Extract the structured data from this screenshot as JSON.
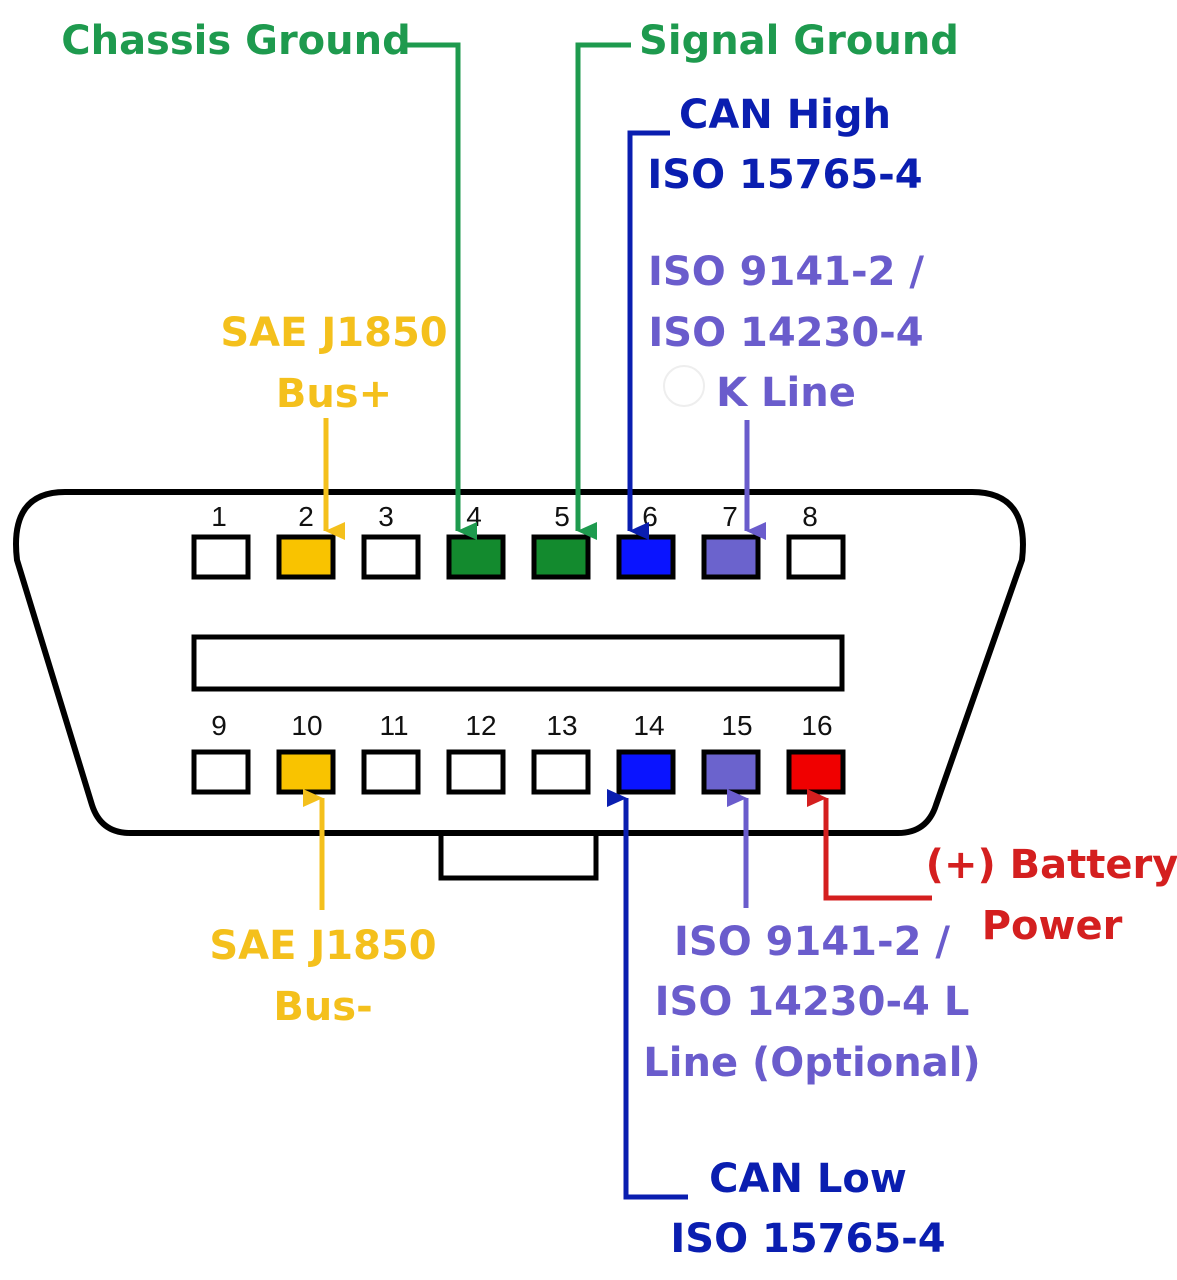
{
  "colors": {
    "green": "#1e9a4e",
    "green_fill": "#138a2e",
    "yellow": "#f4c01c",
    "yellow_fill": "#f9c300",
    "blue": "#0a1eb0",
    "blue_fill": "#0a14ff",
    "purple": "#6a5ccc",
    "purple_fill": "#6b63cd",
    "red": "#d41f1f",
    "red_fill": "#f00000",
    "outline": "#000000"
  },
  "connector": {
    "top_row_pins": [
      "1",
      "2",
      "3",
      "4",
      "5",
      "6",
      "7",
      "8"
    ],
    "bottom_row_pins": [
      "9",
      "10",
      "11",
      "12",
      "13",
      "14",
      "15",
      "16"
    ]
  },
  "labels": {
    "chassis_ground": "Chassis Ground",
    "signal_ground": "Signal Ground",
    "can_high_1": "CAN High",
    "can_high_2": "ISO 15765-4",
    "kline_1": "ISO 9141-2 /",
    "kline_2": "ISO 14230-4",
    "kline_3": "K Line",
    "j1850_plus_1": "SAE J1850",
    "j1850_plus_2": "Bus+",
    "j1850_minus_1": "SAE J1850",
    "j1850_minus_2": "Bus-",
    "battery_1": "(+) Battery",
    "battery_2": "Power",
    "lline_1": "ISO 9141-2 /",
    "lline_2": "ISO 14230-4 L",
    "lline_3": "Line (Optional)",
    "can_low_1": "CAN Low",
    "can_low_2": "ISO 15765-4"
  }
}
